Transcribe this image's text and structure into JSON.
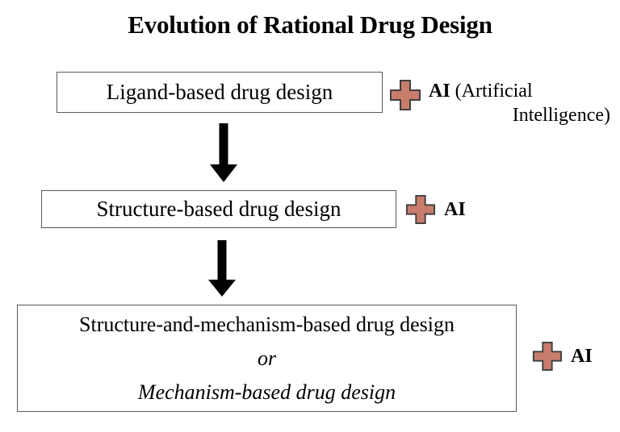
{
  "title": "Evolution of Rational Drug Design",
  "colors": {
    "background": "#ffffff",
    "text": "#000000",
    "box_border": "#595959",
    "plus_fill": "#c87d6c",
    "plus_stroke": "#3f3f3f",
    "arrow": "#000000"
  },
  "stages": [
    {
      "id": "ligand-based",
      "label": "Ligand-based drug design"
    },
    {
      "id": "structure-based",
      "label": "Structure-based drug design"
    },
    {
      "id": "mechanism-based",
      "line1": "Structure-and-mechanism-based drug design",
      "line2": "or",
      "line3": "Mechanism-based drug design"
    }
  ],
  "arrows": [
    {
      "id": "ligand-to-structure",
      "direction": "down"
    },
    {
      "id": "structure-to-mechanism",
      "direction": "down"
    }
  ],
  "annotations": [
    {
      "id": "ai-ligand",
      "icon": "plus-icon",
      "abbr": "AI",
      "expansion_line1": " (Artificial",
      "expansion_line2": "Intelligence)"
    },
    {
      "id": "ai-structure",
      "icon": "plus-icon",
      "abbr": "AI"
    },
    {
      "id": "ai-mechanism",
      "icon": "plus-icon",
      "abbr": "AI"
    }
  ]
}
